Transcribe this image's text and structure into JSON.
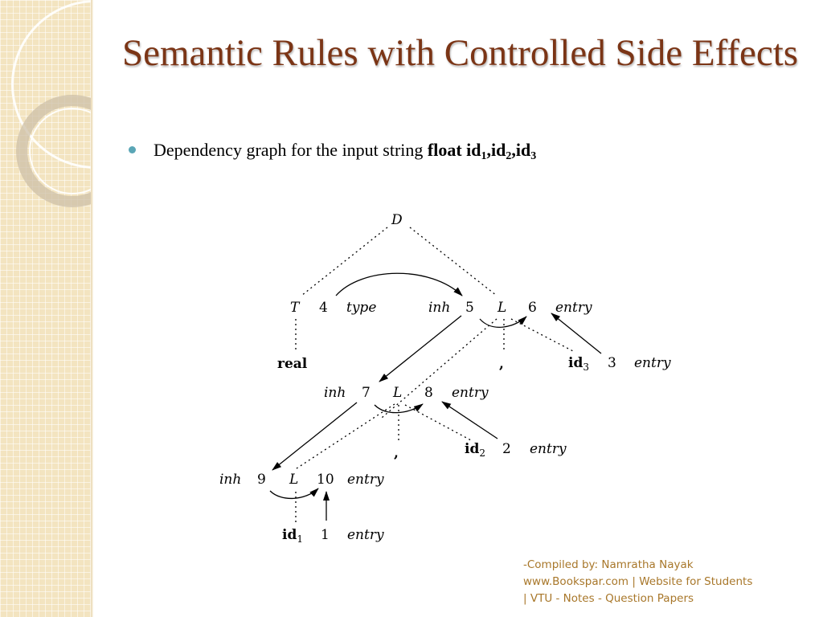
{
  "slide": {
    "title": "Semantic Rules with Controlled Side Effects",
    "bullet": {
      "text": "Dependency graph for the input string ",
      "bold_prefix": "float id",
      "sub_1": "1",
      "sep_1": ",id",
      "sub_2": "2",
      "sep_2": ",id",
      "sub_3": "3"
    }
  },
  "diagram": {
    "labels": {
      "D": "D",
      "T": "T",
      "n4": "4",
      "type": "type",
      "inh_top": "inh",
      "n5": "5",
      "L_top": "L",
      "n6": "6",
      "entry_top": "entry",
      "real": "real",
      "comma_top": ",",
      "id3_base": "id",
      "id3_sub": "3",
      "n3": "3",
      "entry_id3": "entry",
      "inh_mid": "inh",
      "n7": "7",
      "L_mid": "L",
      "n8": "8",
      "entry_mid": "entry",
      "comma_mid": ",",
      "id2_base": "id",
      "id2_sub": "2",
      "n2": "2",
      "entry_id2": "entry",
      "inh_low": "inh",
      "n9": "9",
      "L_low": "L",
      "n10": "10",
      "entry_low": "entry",
      "id1_base": "id",
      "id1_sub": "1",
      "n1": "1",
      "entry_id1": "entry"
    }
  },
  "footer": {
    "line1": "-Compiled by: Namratha Nayak",
    "line2": "www.Bookspar.com | Website for Students",
    "line3": "| VTU - Notes - Question Papers"
  }
}
